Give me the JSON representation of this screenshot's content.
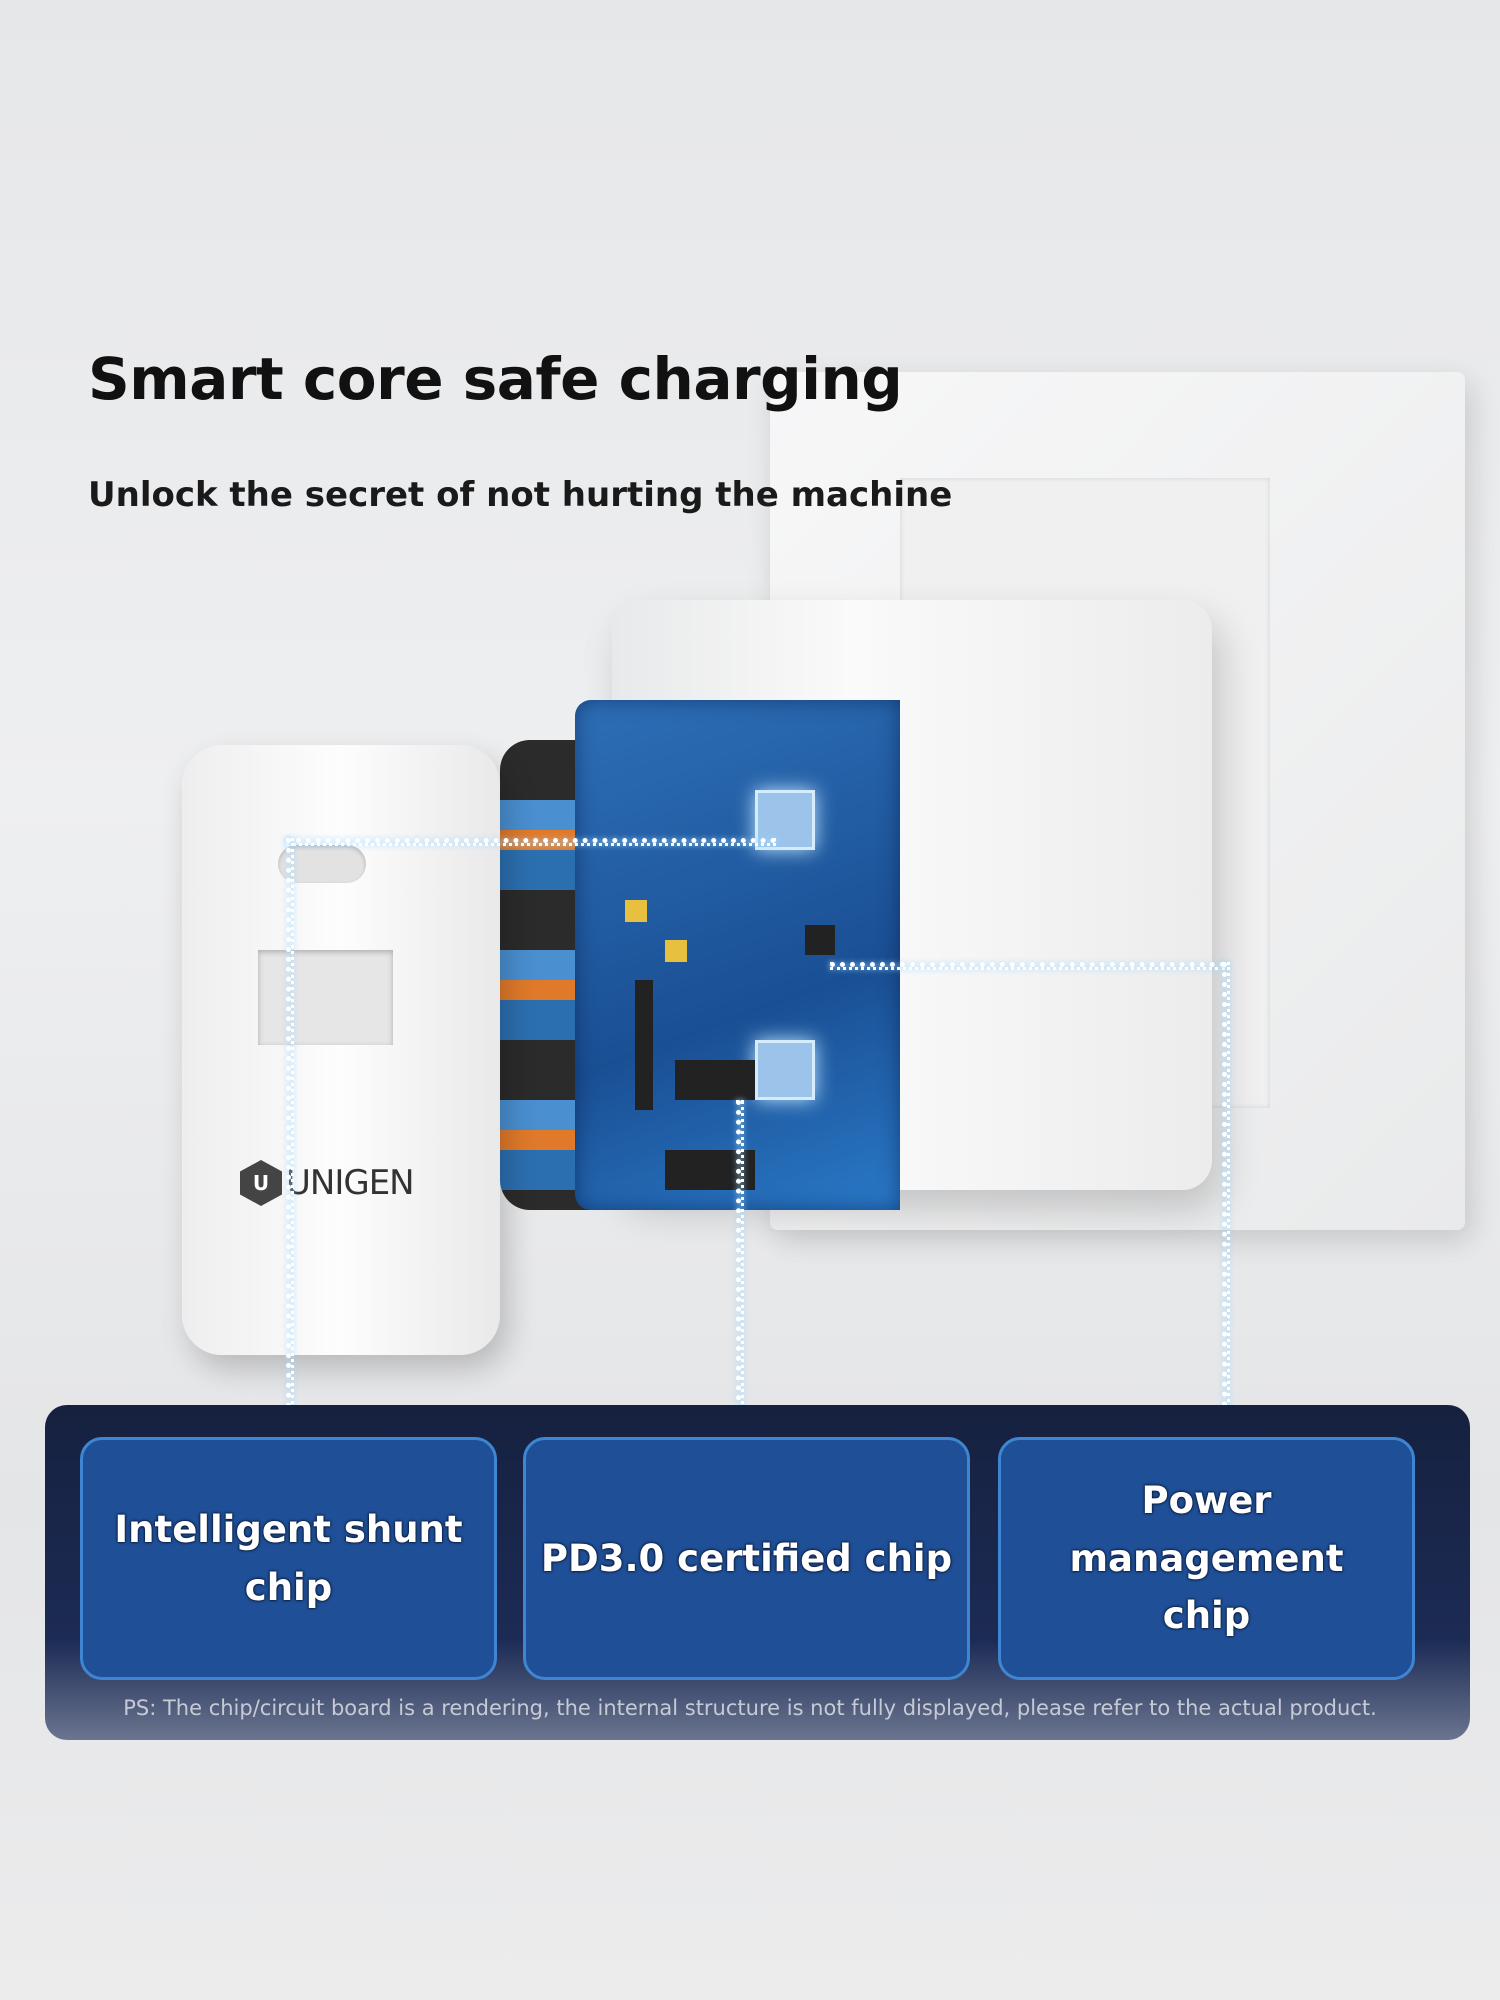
{
  "headline": {
    "title": "Smart core safe charging",
    "subtitle": "Unlock the secret of not hurting the machine"
  },
  "product": {
    "brand": "UNIGEN"
  },
  "features": [
    {
      "label": "Intelligent shunt chip"
    },
    {
      "label": "PD3.0 certified chip"
    },
    {
      "label": "Power management chip"
    }
  ],
  "disclaimer": "PS: The chip/circuit board is a rendering, the internal structure is not fully displayed, please refer to the actual product.",
  "colors": {
    "panel": "#16213f",
    "box": "#1f4f96",
    "box_border": "#3f86d2",
    "pcb": "#2d6fb7"
  }
}
